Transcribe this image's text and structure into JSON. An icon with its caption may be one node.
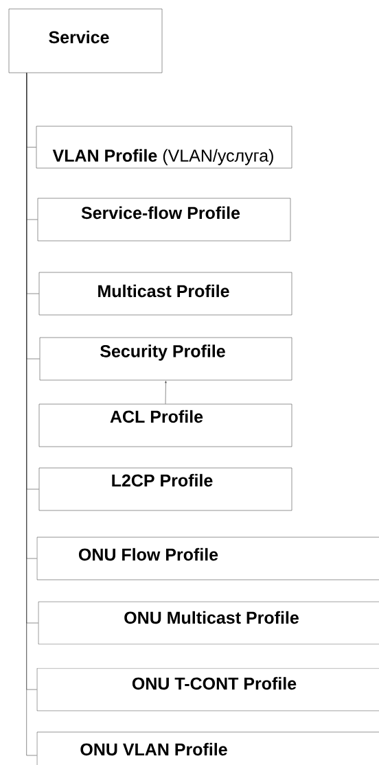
{
  "diagram": {
    "nodes": [
      {
        "text": [
          "Service"
        ]
      },
      {
        "text": [
          "**VLAN Profile** (VLAN/услуга)"
        ]
      },
      {
        "text": [
          "Service-flow Profile"
        ]
      },
      {
        "text": [
          "Multicast Profile"
        ]
      },
      {
        "text": [
          "Security Profile"
        ]
      },
      {
        "text": [
          "ACL Profile"
        ]
      },
      {
        "text": [
          "L2CP Profile"
        ]
      },
      {
        "text": [
          "ONU Flow Profile"
        ]
      },
      {
        "text": [
          "ONU Multicast Profile"
        ]
      },
      {
        "text": [
          "ONU T-CONT Profile"
        ]
      },
      {
        "text": [
          "ONU VLAN Profile"
        ]
      }
    ],
    "edges": [
      {
        "from": 0,
        "to": 1,
        "arrow": "none"
      },
      {
        "from": 0,
        "to": 2,
        "arrow": "none"
      },
      {
        "from": 0,
        "to": 3,
        "arrow": "none"
      },
      {
        "from": 0,
        "to": 4,
        "arrow": "none"
      },
      {
        "from": 5,
        "to": 4,
        "arrow": "to"
      },
      {
        "from": 0,
        "to": 6,
        "arrow": "none"
      },
      {
        "from": 0,
        "to": 7,
        "arrow": "none"
      },
      {
        "from": 0,
        "to": 8,
        "arrow": "none"
      },
      {
        "from": 0,
        "to": 9,
        "arrow": "none"
      },
      {
        "from": 0,
        "to": 10,
        "arrow": "none"
      }
    ]
  }
}
